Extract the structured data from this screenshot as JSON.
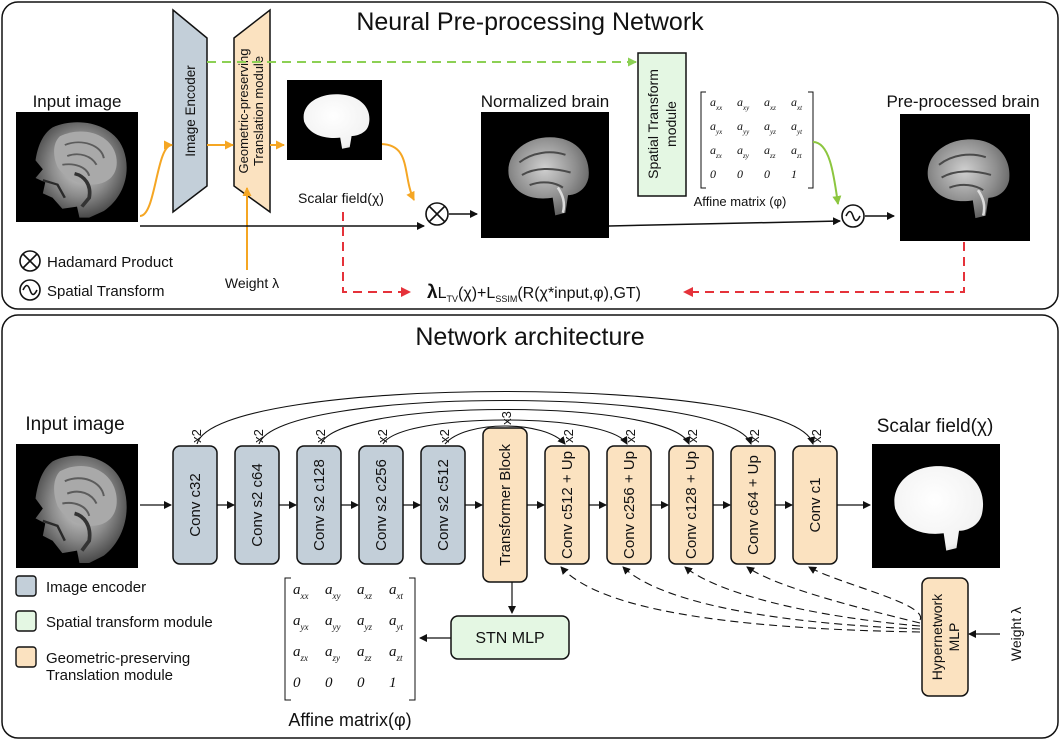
{
  "colors": {
    "encoder_fill": "#c3cfd9",
    "gptm_fill": "#fbe2c0",
    "stn_fill": "#e4f7e3",
    "orange_arrow": "#f5a623",
    "green_arrow": "#8cc63f",
    "red_dashed": "#e5323a",
    "green_dashed": "#8cd054"
  },
  "top": {
    "title": "Neural Pre-processing Network",
    "input_label": "Input image",
    "encoder_label": "Image Encoder",
    "gptm_line1": "Geometric-preserving",
    "gptm_line2": "Translation module",
    "weight_label": "Weight λ",
    "scalar_label": "Scalar field(χ)",
    "normalized_label": "Normalized brain",
    "stm_line1": "Spatial Transform",
    "stm_line2": "module",
    "affine_label": "Affine matrix (φ)",
    "preprocessed_label": "Pre-processed brain",
    "legend_hadamard": "Hadamard Product",
    "legend_spatial": "Spatial Transform",
    "hadamard_icon": "hadamard-product-icon",
    "spatial_icon": "spatial-transform-icon",
    "loss": {
      "lambda": "λ",
      "L1": "L",
      "TV": "TV",
      "term1": "(χ)+",
      "L2": "L",
      "SSIM": "SSIM",
      "term2": "(R(χ*input,φ),GT)"
    }
  },
  "matrix": {
    "rows": [
      [
        {
          "b": "a",
          "s": "xx"
        },
        {
          "b": "a",
          "s": "xy"
        },
        {
          "b": "a",
          "s": "xz"
        },
        {
          "b": "a",
          "s": "xt"
        }
      ],
      [
        {
          "b": "a",
          "s": "yx"
        },
        {
          "b": "a",
          "s": "yy"
        },
        {
          "b": "a",
          "s": "yz"
        },
        {
          "b": "a",
          "s": "yt"
        }
      ],
      [
        {
          "b": "a",
          "s": "zx"
        },
        {
          "b": "a",
          "s": "zy"
        },
        {
          "b": "a",
          "s": "zz"
        },
        {
          "b": "a",
          "s": "zt"
        }
      ],
      [
        {
          "b": "0",
          "s": ""
        },
        {
          "b": "0",
          "s": ""
        },
        {
          "b": "0",
          "s": ""
        },
        {
          "b": "1",
          "s": ""
        }
      ]
    ]
  },
  "arch": {
    "title": "Network architecture",
    "input_label": "Input image",
    "scalar_label": "Scalar field(χ)",
    "blocks": [
      {
        "label": "Conv c32",
        "mult": "x2",
        "kind": "enc"
      },
      {
        "label": "Conv s2 c64",
        "mult": "x2",
        "kind": "enc"
      },
      {
        "label": "Conv s2 c128",
        "mult": "x2",
        "kind": "enc"
      },
      {
        "label": "Conv s2 c256",
        "mult": "x2",
        "kind": "enc"
      },
      {
        "label": "Conv s2 c512",
        "mult": "x2",
        "kind": "enc"
      },
      {
        "label": "Transformer Block",
        "mult": "x3",
        "kind": "gptm"
      },
      {
        "label": "Conv c512 + Up",
        "mult": "x2",
        "kind": "gptm"
      },
      {
        "label": "Conv c256 + Up",
        "mult": "x2",
        "kind": "gptm"
      },
      {
        "label": "Conv c128 + Up",
        "mult": "x2",
        "kind": "gptm"
      },
      {
        "label": "Conv c64 + Up",
        "mult": "x2",
        "kind": "gptm"
      },
      {
        "label": "Conv c1",
        "mult": "x2",
        "kind": "gptm"
      }
    ],
    "stn_label": "STN MLP",
    "hyper_line1": "Hypernetwork",
    "hyper_line2": "MLP",
    "weight_label": "Weight λ",
    "affine_label": "Affine matrix(φ)",
    "legend": [
      {
        "label": "Image encoder",
        "kind": "enc"
      },
      {
        "label": "Spatial transform module",
        "kind": "stn"
      },
      {
        "label": "Geometric-preserving",
        "label2": "Translation module",
        "kind": "gptm"
      }
    ]
  }
}
